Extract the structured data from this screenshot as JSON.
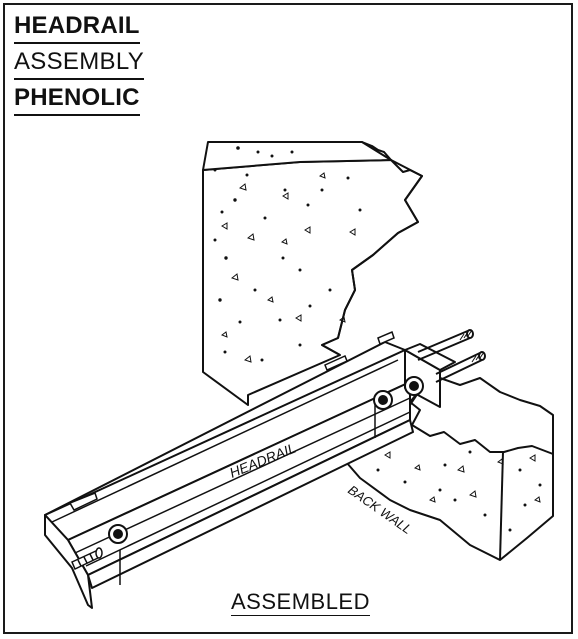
{
  "title": {
    "line1": "HEADRAIL",
    "line2": "ASSEMBLY",
    "line3": "PHENOLIC"
  },
  "labels": {
    "headrail": "HEADRAIL",
    "back_wall": "BACK WALL"
  },
  "caption": "ASSEMBLED",
  "colors": {
    "line": "#111111",
    "background": "#ffffff"
  }
}
